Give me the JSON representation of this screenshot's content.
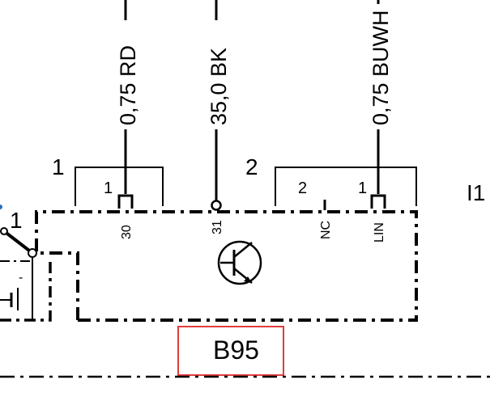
{
  "colors": {
    "line": "#000000",
    "highlight": "#e03c3c",
    "background": "#ffffff"
  },
  "wires": [
    {
      "label": "0,75 RD"
    },
    {
      "label": "35,0 BK"
    },
    {
      "label": "0,75 BUWH"
    }
  ],
  "connectors": [
    {
      "label": "1"
    },
    {
      "label": "2"
    }
  ],
  "pins": {
    "pin30_num": "1",
    "pin30_label": "30",
    "pin31_label": "31",
    "nc_num": "2",
    "nc_label": "NC",
    "lin_num": "1",
    "lin_label": "LIN"
  },
  "component": {
    "label": "B95"
  },
  "left_fragment": {
    "pin_num": "1",
    "minus": "-"
  },
  "edge_label": "I1"
}
